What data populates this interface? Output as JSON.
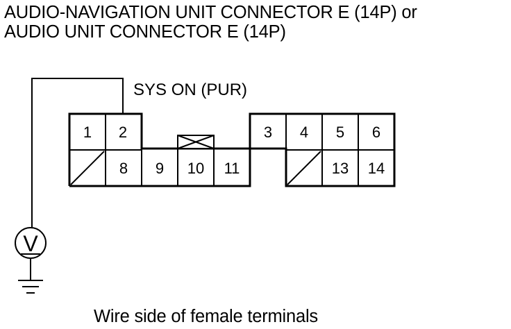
{
  "title": {
    "line1": "AUDIO-NAVIGATION UNIT CONNECTOR E (14P) or",
    "line2": "AUDIO UNIT CONNECTOR E (14P)"
  },
  "wire_label": "SYS ON (PUR)",
  "caption": "Wire side of female terminals",
  "meter": {
    "symbol": "V",
    "icon": "voltmeter-icon"
  },
  "ground": {
    "icon": "ground-icon"
  },
  "terminals": {
    "t1": "1",
    "t2": "2",
    "t3": "3",
    "t4": "4",
    "t5": "5",
    "t6": "6",
    "t8": "8",
    "t9": "9",
    "t10": "10",
    "t11": "11",
    "t13": "13",
    "t14": "14"
  },
  "unused_cavity": {
    "icon": "unused-cavity-slash-icon"
  },
  "lock_tab": {
    "icon": "connector-lock-tab-icon"
  }
}
